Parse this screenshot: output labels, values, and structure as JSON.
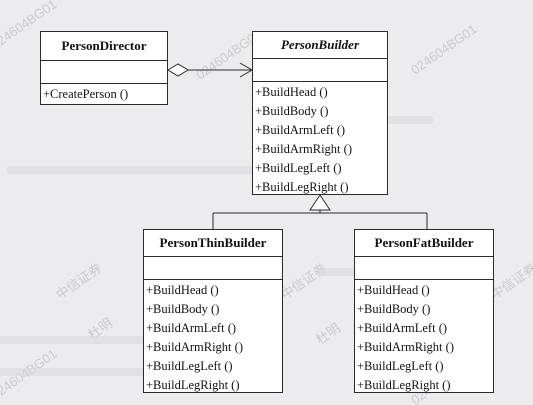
{
  "colors": {
    "background": "#ecebee",
    "box_fill": "#ffffff",
    "line": "#2a2a2a",
    "watermark": "#c7c5cc"
  },
  "diagram": {
    "classes": {
      "person_director": {
        "name": "PersonDirector",
        "operations": [
          "+CreatePerson ()"
        ]
      },
      "person_builder": {
        "name": "PersonBuilder",
        "abstract": true,
        "operations": [
          "+BuildHead ()",
          "+BuildBody ()",
          "+BuildArmLeft ()",
          "+BuildArmRight ()",
          "+BuildLegLeft ()",
          "+BuildLegRight ()"
        ]
      },
      "person_thin_builder": {
        "name": "PersonThinBuilder",
        "operations": [
          "+BuildHead ()",
          "+BuildBody ()",
          "+BuildArmLeft ()",
          "+BuildArmRight ()",
          "+BuildLegLeft ()",
          "+BuildLegRight ()"
        ]
      },
      "person_fat_builder": {
        "name": "PersonFatBuilder",
        "operations": [
          "+BuildHead ()",
          "+BuildBody ()",
          "+BuildArmLeft ()",
          "+BuildArmRight ()",
          "+BuildLegLeft ()",
          "+BuildLegRight ()"
        ]
      }
    },
    "relations": [
      {
        "type": "aggregation",
        "from": "PersonDirector",
        "to": "PersonBuilder"
      },
      {
        "type": "generalization",
        "from": "PersonThinBuilder",
        "to": "PersonBuilder"
      },
      {
        "type": "generalization",
        "from": "PersonFatBuilder",
        "to": "PersonBuilder"
      }
    ]
  },
  "watermarks": [
    "024604BG01",
    "中信证券",
    "杜明"
  ]
}
